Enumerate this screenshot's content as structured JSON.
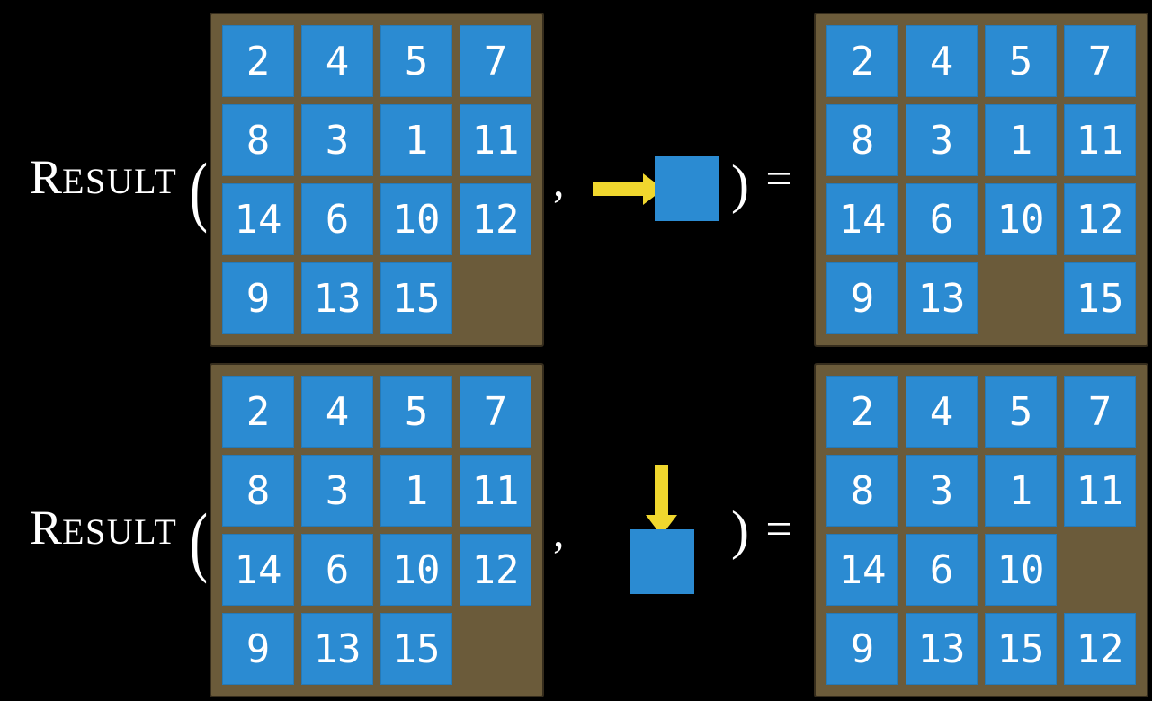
{
  "figure": {
    "description": "Two illustrations of the RESULT state-transition function applied to a 15-puzzle board",
    "colors": {
      "background": "#000000",
      "board": "#6B5B3A",
      "board_border": "#362D1D",
      "tile": "#2B8BD2",
      "tile_text": "#FFFFFF",
      "arrow": "#F0D72E",
      "text": "#FFFFFF"
    },
    "rows": [
      {
        "function_label": {
          "cap": "R",
          "rest": "ESULT"
        },
        "open_paren": "(",
        "comma": ",",
        "close_paren": ")",
        "equals": "=",
        "action": {
          "direction": "right",
          "icon": "arrow-right-icon"
        },
        "before_grid": [
          [
            "2",
            "4",
            "5",
            "7"
          ],
          [
            "8",
            "3",
            "1",
            "11"
          ],
          [
            "14",
            "6",
            "10",
            "12"
          ],
          [
            "9",
            "13",
            "15",
            ""
          ]
        ],
        "after_grid": [
          [
            "2",
            "4",
            "5",
            "7"
          ],
          [
            "8",
            "3",
            "1",
            "11"
          ],
          [
            "14",
            "6",
            "10",
            "12"
          ],
          [
            "9",
            "13",
            "",
            "15"
          ]
        ]
      },
      {
        "function_label": {
          "cap": "R",
          "rest": "ESULT"
        },
        "open_paren": "(",
        "comma": ",",
        "close_paren": ")",
        "equals": "=",
        "action": {
          "direction": "down",
          "icon": "arrow-down-icon"
        },
        "before_grid": [
          [
            "2",
            "4",
            "5",
            "7"
          ],
          [
            "8",
            "3",
            "1",
            "11"
          ],
          [
            "14",
            "6",
            "10",
            "12"
          ],
          [
            "9",
            "13",
            "15",
            ""
          ]
        ],
        "after_grid": [
          [
            "2",
            "4",
            "5",
            "7"
          ],
          [
            "8",
            "3",
            "1",
            "11"
          ],
          [
            "14",
            "6",
            "10",
            ""
          ],
          [
            "9",
            "13",
            "15",
            "12"
          ]
        ]
      }
    ]
  }
}
